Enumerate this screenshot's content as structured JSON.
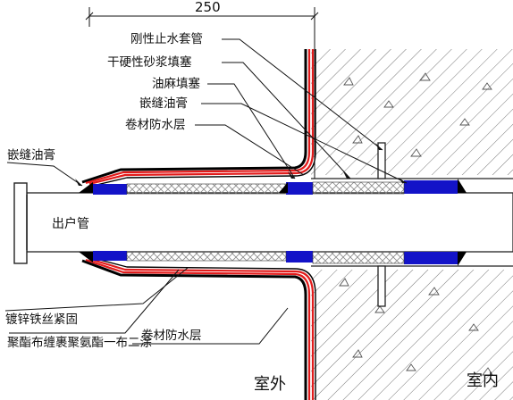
{
  "dimension": {
    "value": "250"
  },
  "labels": {
    "rigid_sleeve": "刚性止水套管",
    "dry_mortar": "干硬性砂浆填塞",
    "oakum": "油麻填塞",
    "caulk_top_right": "嵌缝油膏",
    "membrane_top": "卷材防水层",
    "caulk_left": "嵌缝油膏",
    "pipe": "出户管",
    "galv_wire": "镀锌铁丝紧固",
    "membrane_bottom": "卷材防水层",
    "coating": "聚酯布缠裹聚氨酯一布二涂",
    "outdoor": "室外",
    "indoor": "室内"
  },
  "colors": {
    "membrane_red": "#e21b1b",
    "sealant_blue": "#1313c8",
    "caulk_black": "#000000",
    "concrete_hatch": "#444444"
  }
}
